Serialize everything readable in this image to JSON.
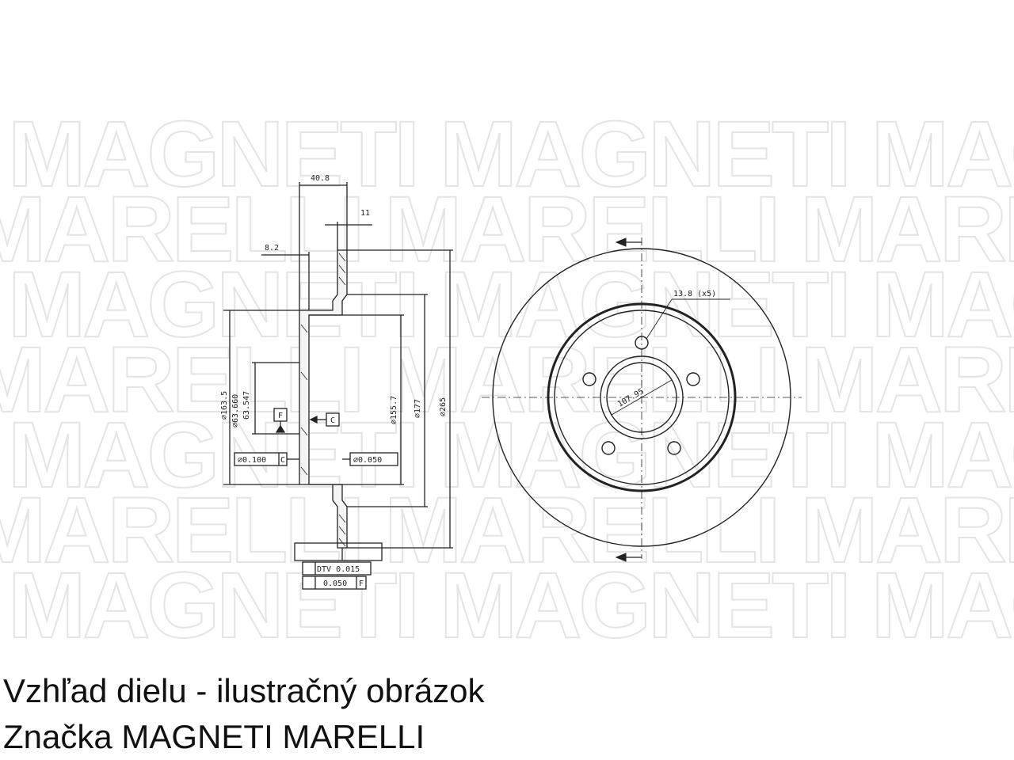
{
  "watermark": {
    "line_a": "MAGNETI MAGNETI MAGNETI MAGNETI",
    "line_b": "MARELLI MARELLI MARELLI MARELLI"
  },
  "dimensions": {
    "width_total": "40.8",
    "disc_thickness": "11",
    "offset": "8.2",
    "d_pcd": "⌀163.5",
    "d_hub_max": "⌀63.660",
    "d_hub_min": "63.547",
    "d_inner": "⌀155.7",
    "d_177": "⌀177",
    "d_outer": "⌀265",
    "datum_f": "F",
    "datum_c": "C",
    "tol_runout_value": "⌀0.100",
    "tol_runout_ref": "C",
    "tol_flat_value": "⌀0.050",
    "bolt_holes": "13.8 (x5)",
    "center_bore": "107.95",
    "dtv_label": "DTV 0.015",
    "parallel_value": "0.050",
    "parallel_ref": "F"
  },
  "captions": {
    "line1": "Vzhľad dielu - ilustračný obrázok",
    "line2": "Značka MAGNETI MARELLI"
  }
}
